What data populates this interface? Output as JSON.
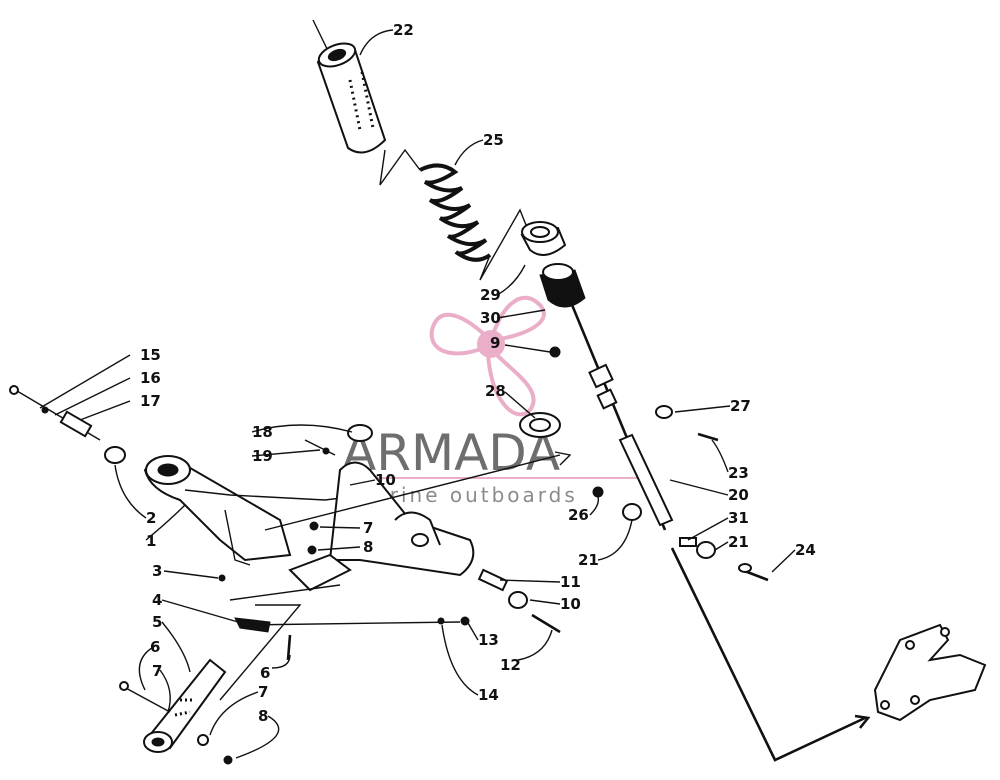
{
  "watermark": {
    "brand": "ARMADA",
    "tagline": "marine outboards",
    "accent_color": "#e8a0c0",
    "text_color": "#555555",
    "icon": "propeller-icon"
  },
  "callouts": [
    {
      "id": "c22",
      "text": "22"
    },
    {
      "id": "c25",
      "text": "25"
    },
    {
      "id": "c29",
      "text": "29"
    },
    {
      "id": "c30",
      "text": "30"
    },
    {
      "id": "c9",
      "text": "9"
    },
    {
      "id": "c28",
      "text": "28"
    },
    {
      "id": "c27",
      "text": "27"
    },
    {
      "id": "c23",
      "text": "23"
    },
    {
      "id": "c20",
      "text": "20"
    },
    {
      "id": "c26",
      "text": "26"
    },
    {
      "id": "c31",
      "text": "31"
    },
    {
      "id": "c21a",
      "text": "21"
    },
    {
      "id": "c21b",
      "text": "21"
    },
    {
      "id": "c24",
      "text": "24"
    },
    {
      "id": "c15",
      "text": "15"
    },
    {
      "id": "c16",
      "text": "16"
    },
    {
      "id": "c17",
      "text": "17"
    },
    {
      "id": "c18",
      "text": "18"
    },
    {
      "id": "c19",
      "text": "19"
    },
    {
      "id": "c10a",
      "text": "10"
    },
    {
      "id": "c2",
      "text": "2"
    },
    {
      "id": "c1",
      "text": "1"
    },
    {
      "id": "c3",
      "text": "3"
    },
    {
      "id": "c7a",
      "text": "7"
    },
    {
      "id": "c8a",
      "text": "8"
    },
    {
      "id": "c11",
      "text": "11"
    },
    {
      "id": "c10b",
      "text": "10"
    },
    {
      "id": "c4",
      "text": "4"
    },
    {
      "id": "c5",
      "text": "5"
    },
    {
      "id": "c13",
      "text": "13"
    },
    {
      "id": "c12",
      "text": "12"
    },
    {
      "id": "c6a",
      "text": "6"
    },
    {
      "id": "c6b",
      "text": "6"
    },
    {
      "id": "c7b",
      "text": "7"
    },
    {
      "id": "c14",
      "text": "14"
    },
    {
      "id": "c7c",
      "text": "7"
    },
    {
      "id": "c8b",
      "text": "8"
    }
  ]
}
